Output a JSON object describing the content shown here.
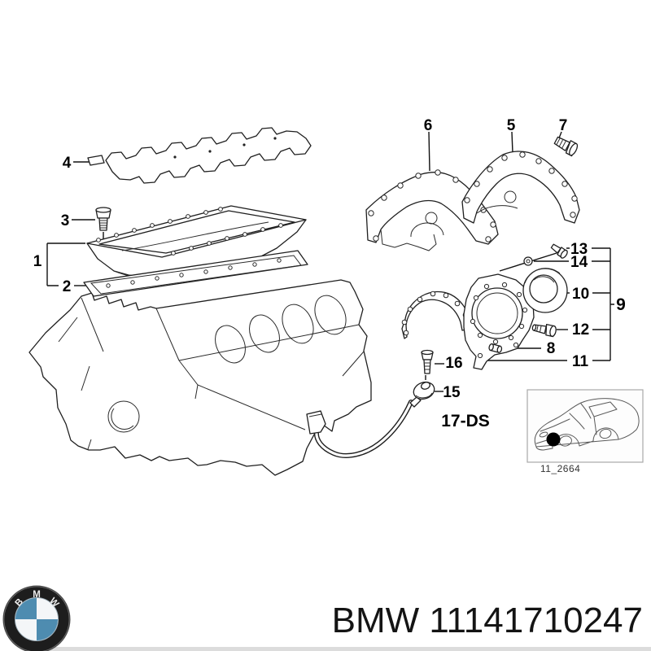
{
  "diagram": {
    "callouts": [
      "1",
      "2",
      "3",
      "4",
      "5",
      "6",
      "7",
      "8",
      "9",
      "10",
      "11",
      "12",
      "13",
      "14",
      "15",
      "16"
    ],
    "variant_code": "17-DS",
    "thumbnail_code": "11_2664"
  },
  "footer": {
    "logo_letters": [
      "B",
      "M",
      "W"
    ],
    "part_number": "BMW 11141710247"
  },
  "colors": {
    "line": "#1f1f1f",
    "background": "#ffffff",
    "logo_blue": "#4e8cb0",
    "logo_ring": "#1d1d1d",
    "thumbnail_border": "#a9a9a9"
  }
}
